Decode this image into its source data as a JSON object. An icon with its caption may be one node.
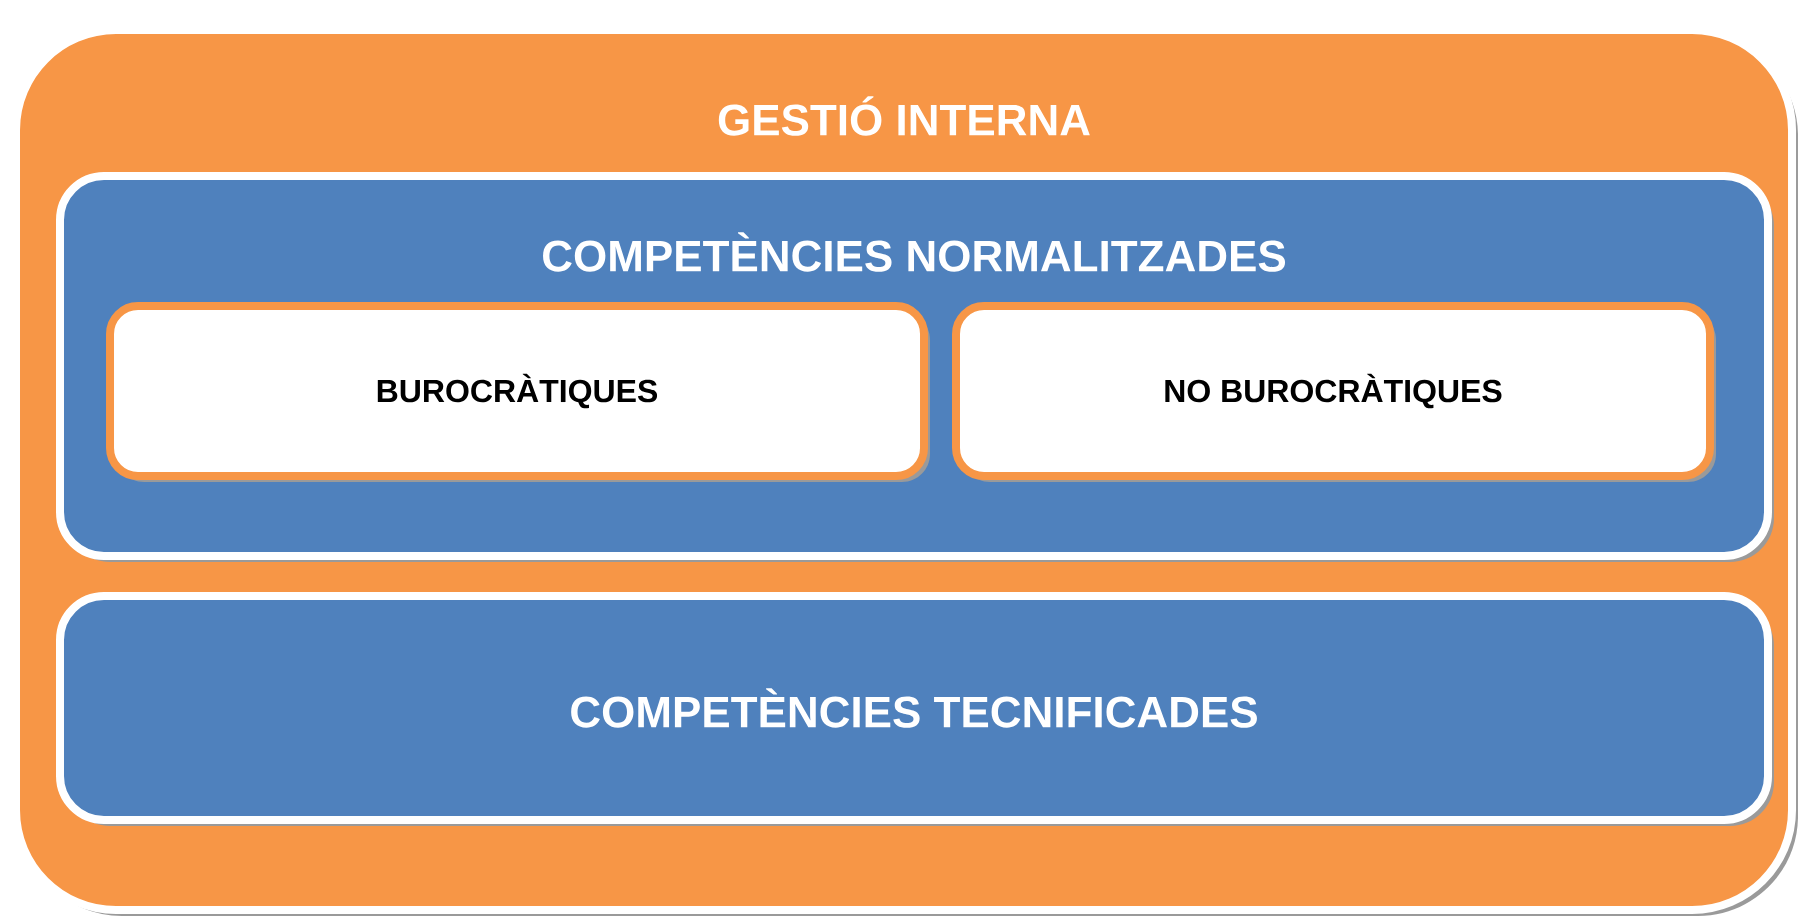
{
  "diagram": {
    "nodes": [
      {
        "text": [
          "GESTIÓ INTERNA"
        ]
      },
      {
        "text": [
          "COMPETÈNCIES NORMALITZADES"
        ],
        "in": 0
      },
      {
        "text": [
          "BUROCRÀTIQUES"
        ],
        "in": 1
      },
      {
        "text": [
          "NO BUROCRÀTIQUES"
        ],
        "in": 1
      },
      {
        "text": [
          "COMPETÈNCIES TECNIFICADES"
        ],
        "in": 0
      }
    ]
  }
}
